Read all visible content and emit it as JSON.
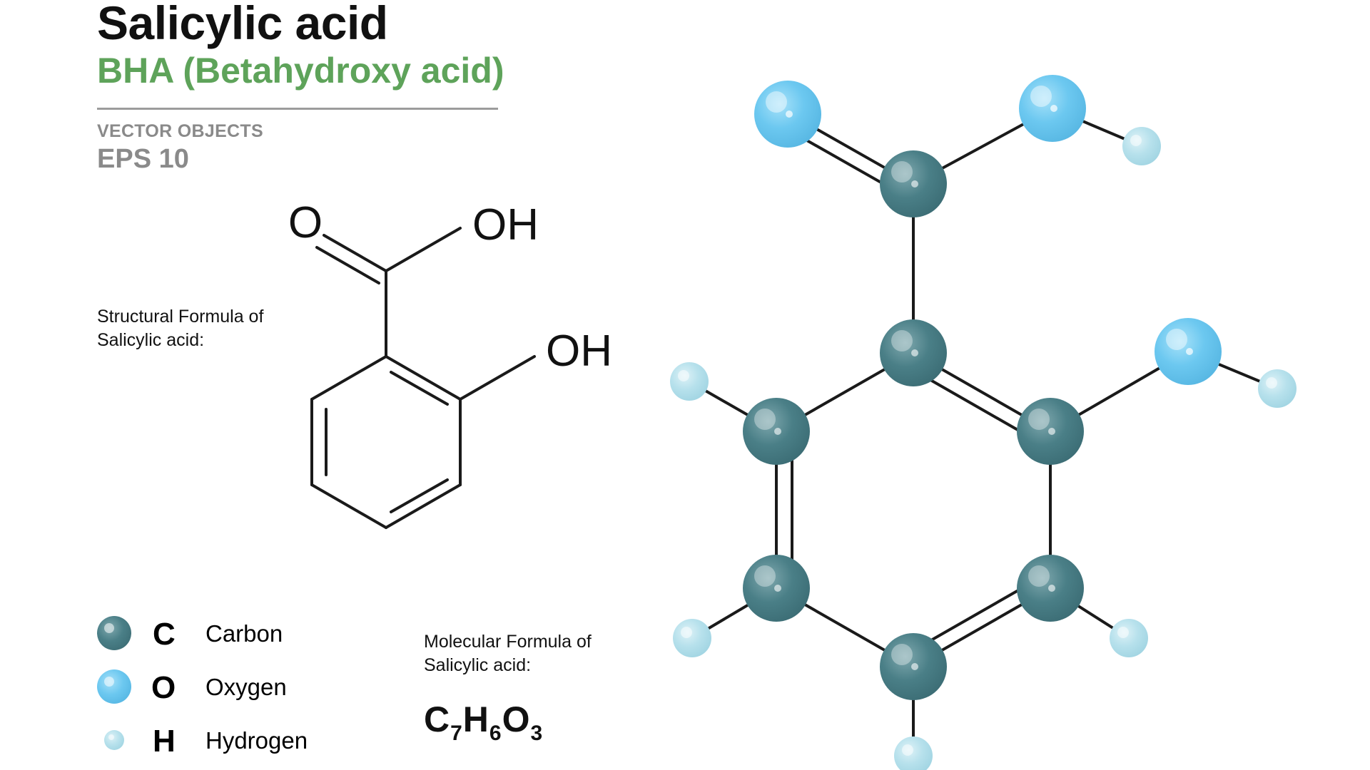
{
  "header": {
    "title": "Salicylic acid",
    "subtitle": "BHA  (Betahydroxy acid)",
    "vector_label": "VECTOR OBJECTS",
    "eps_label": "EPS 10"
  },
  "structural": {
    "label_line1": "Structural  Formula of",
    "label_line2": "Salicylic acid:",
    "atom_o": "O",
    "atom_oh_top": "OH",
    "atom_oh_side": "OH"
  },
  "molecular": {
    "label_line1": "Molecular Formula of",
    "label_line2": "Salicylic acid:",
    "formula": {
      "c": "C",
      "c_count": "7",
      "h": "H",
      "h_count": "6",
      "o": "O",
      "o_count": "3"
    }
  },
  "legend": [
    {
      "symbol": "C",
      "name": "Carbon",
      "color": "#4a7f87"
    },
    {
      "symbol": "O",
      "name": "Oxygen",
      "color": "#6cc8f0"
    },
    {
      "symbol": "H",
      "name": "Hydrogen",
      "color": "#b7e1ec"
    }
  ],
  "colors": {
    "title": "#111111",
    "subtitle": "#5ea35a",
    "muted": "#8a8a8a",
    "carbon": "#4a7f87",
    "oxygen": "#6cc8f0",
    "hydrogen": "#b7e1ec",
    "bond": "#1a1a1a"
  }
}
